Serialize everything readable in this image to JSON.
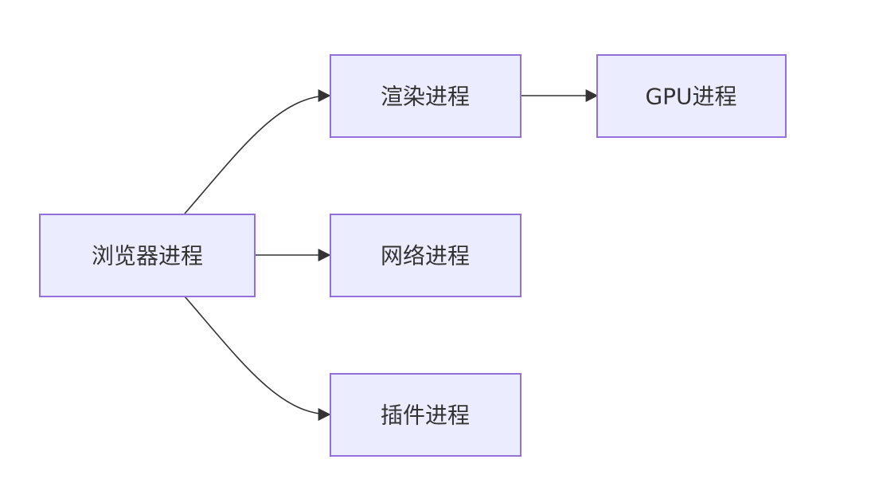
{
  "diagram": {
    "type": "flowchart",
    "direction": "left-to-right",
    "colors": {
      "node_fill": "#ececff",
      "node_border": "#9370db",
      "edge": "#333333",
      "text": "#333333"
    },
    "nodes": {
      "browser": "浏览器进程",
      "renderer": "渲染进程",
      "gpu": "GPU进程",
      "network": "网络进程",
      "plugin": "插件进程"
    },
    "edges": [
      {
        "from": "browser",
        "to": "renderer"
      },
      {
        "from": "browser",
        "to": "network"
      },
      {
        "from": "browser",
        "to": "plugin"
      },
      {
        "from": "renderer",
        "to": "gpu"
      }
    ]
  }
}
